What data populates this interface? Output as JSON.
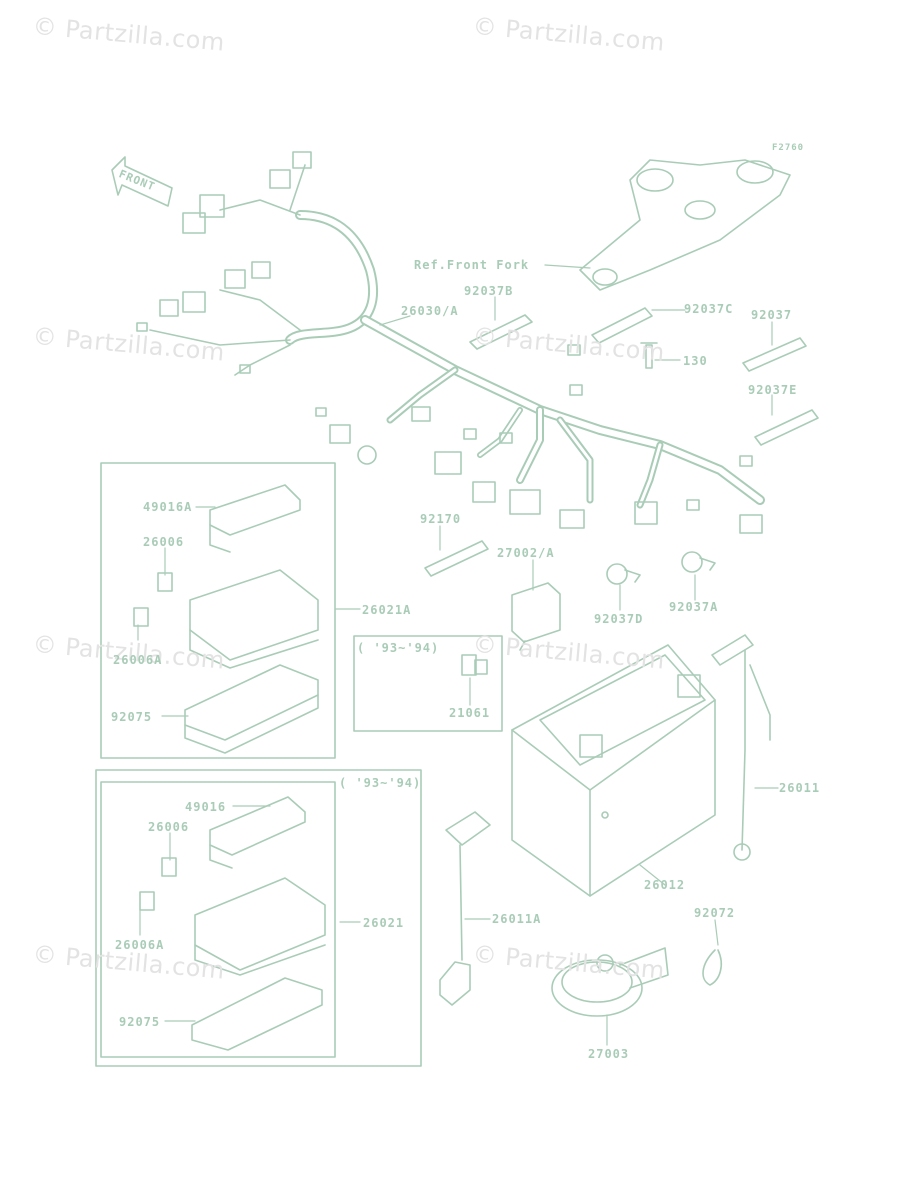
{
  "watermark": "© Partzilla.com",
  "diagram_code": "F2760",
  "year_note": "( '93~'94)",
  "front_label": "FRONT",
  "labels": {
    "ref_front_fork": "Ref.Front Fork",
    "p26030A": "26030/A",
    "p92037B": "92037B",
    "p92037C": "92037C",
    "p92037": "92037",
    "p130": "130",
    "p92037E": "92037E",
    "p49016A": "49016A",
    "p26006_top": "26006",
    "p26006A_top": "26006A",
    "p92075_top": "92075",
    "p26021A": "26021A",
    "p92170": "92170",
    "p27002A": "27002/A",
    "p92037D": "92037D",
    "p92037A": "92037A",
    "p21061": "21061",
    "p26011": "26011",
    "p49016": "49016",
    "p26006_bot": "26006",
    "p26006A_bot": "26006A",
    "p92075_bot": "92075",
    "p26021": "26021",
    "p26011A": "26011A",
    "p26012": "26012",
    "p92072": "92072",
    "p27003": "27003"
  },
  "colors": {
    "line": "#a9ccb7",
    "watermark": "#e3e3e3",
    "background": "#ffffff"
  }
}
